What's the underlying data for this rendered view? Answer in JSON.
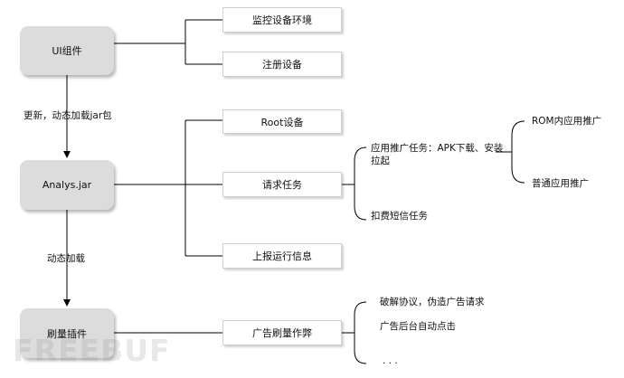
{
  "nodes": {
    "ui_component": "UI组件",
    "analys_jar": "Analys.jar",
    "brush_plugin": "刷量插件",
    "monitor_env": "监控设备环境",
    "register_device": "注册设备",
    "root_device": "Root设备",
    "request_task": "请求任务",
    "report_info": "上报运行信息",
    "ad_fraud": "广告刷量作弊"
  },
  "edge_labels": {
    "update_load": "更新，动态加载jar包",
    "dynamic_load": "动态加载"
  },
  "task_details": {
    "app_promo_task": "应用推广任务：APK下载、安装拉起",
    "sms_charge_task": "扣费短信任务",
    "rom_promo": "ROM内应用推广",
    "normal_promo": "普通应用推广"
  },
  "ad_details": {
    "crack_protocol": "破解协议，伪造广告请求",
    "ad_auto_click": "广告后台自动点击",
    "ellipsis": ". . ."
  },
  "watermark": "FREEBUF",
  "colors": {
    "main_node_fill": "#dcdcdc",
    "line": "#000000",
    "task_border": "#cfcfcf"
  }
}
